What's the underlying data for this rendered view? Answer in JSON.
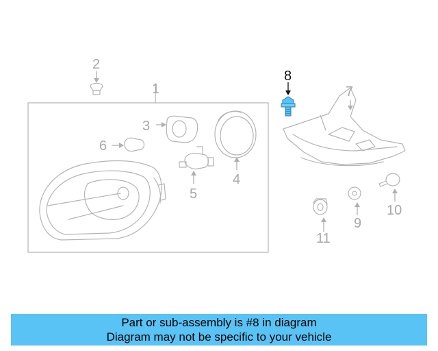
{
  "callouts": {
    "c1": "1",
    "c2": "2",
    "c3": "3",
    "c4": "4",
    "c5": "5",
    "c6": "6",
    "c7": "7",
    "c8": "8",
    "c9": "9",
    "c10": "10",
    "c11": "11"
  },
  "highlight": {
    "part_number": "8",
    "color": "#59c3f5"
  },
  "banner": {
    "line1": "Part or sub-assembly is #8 in diagram",
    "line2": "Diagram may not be specific to your vehicle",
    "background": "#59c3f5"
  }
}
